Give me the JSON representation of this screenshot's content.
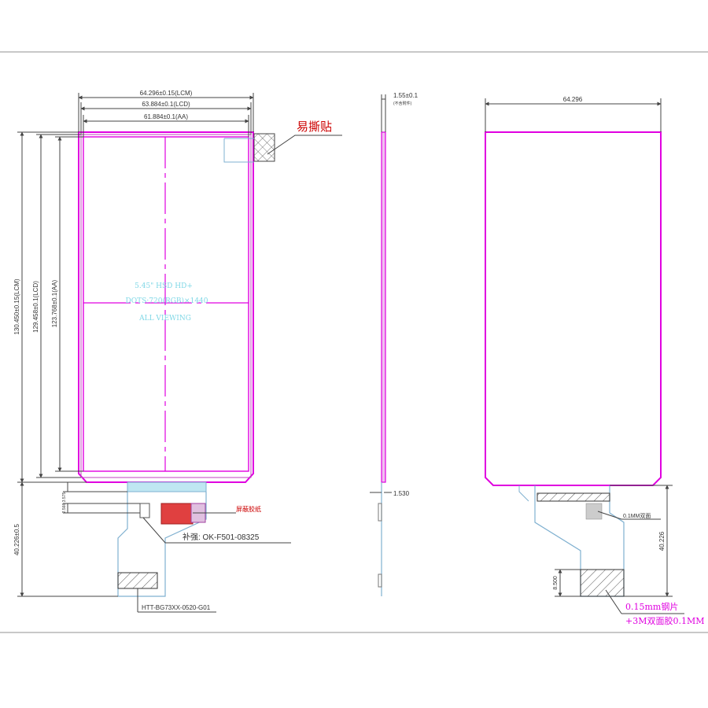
{
  "front_view": {
    "width_lcm": "64.296±0.15(LCM)",
    "width_lcd": "63.884±0.1(LCD)",
    "width_aa": "61.884±0.1(AA)",
    "height_lcm": "130.450±0.15(LCM)",
    "height_lcd": "129.458±0.1(LCD)",
    "height_aa": "123.768±0.1(AA)",
    "fpc_length": "40.226±0.5",
    "small_dim_1": "3.575",
    "small_dim_2": "2.566",
    "center_label_line1": "5.45\" HSD HD+",
    "center_label_line2": "DOTS:720(RGB)×1440",
    "center_label_line3": "ALL VIEWING",
    "easy_tear_label": "易撕贴",
    "shield_label": "屏蔽胶纸",
    "connector_label": "HTT-BG73XX-0520-G01",
    "stiffener_label": "补强: OK-F501-08325"
  },
  "side_view": {
    "thickness": "1.55±0.1",
    "thickness_note": "(不含附件)",
    "fpc_thickness": "1.530"
  },
  "back_view": {
    "width": "64.296",
    "fpc_length": "40.226",
    "steel_height": "8.500",
    "tape_label": "0.1MM双面",
    "steel_label_line1": "0.15mm钢片",
    "steel_label_line2": "+3M双面胶0.1MM"
  }
}
